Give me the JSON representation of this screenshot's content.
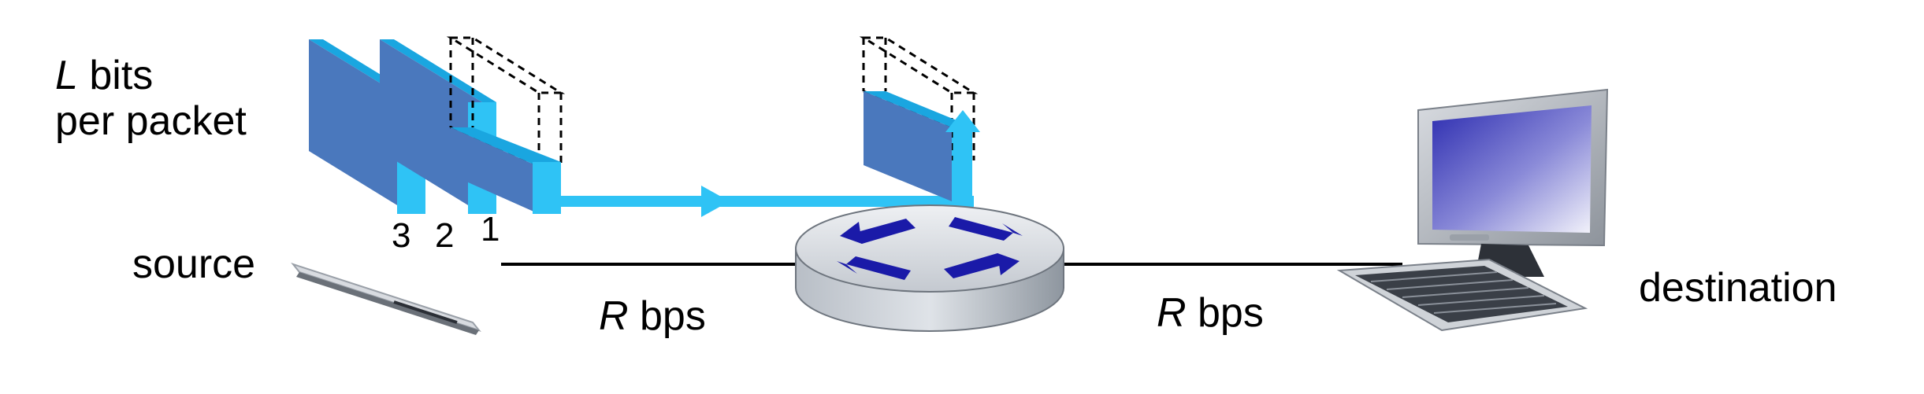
{
  "labels": {
    "packet_line1_var": "L",
    "packet_line1_rest": " bits",
    "packet_line2": "per packet",
    "source": "source",
    "destination": "destination",
    "num_3": "3",
    "num_2": "2",
    "num_1": "1",
    "link1_var": "R",
    "link1_rest": " bps",
    "link2_var": "R",
    "link2_rest": " bps"
  },
  "icons": {
    "source_device": "laptop-icon",
    "router": "router-icon",
    "destination_device": "desktop-computer-icon"
  },
  "colors": {
    "packet_front": "#2fc3f5",
    "packet_face": "#4a78bd",
    "packet_top": "#1aa6e0",
    "link": "#000000",
    "router_top": "#d9dde3",
    "router_side": "#8e969f",
    "router_arrows": "#1a1aa8",
    "monitor_screen": "#3a3ab8"
  }
}
